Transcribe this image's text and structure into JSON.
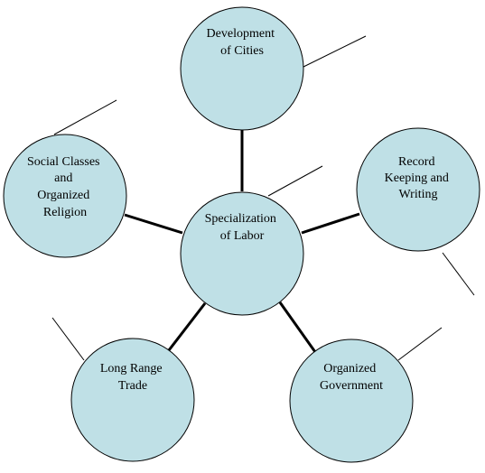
{
  "diagram": {
    "center": {
      "lines": [
        "Specialization",
        "of Labor"
      ]
    },
    "nodes": [
      {
        "id": "development-of-cities",
        "lines": [
          "Development",
          "of Cities"
        ]
      },
      {
        "id": "record-keeping-and-writing",
        "lines": [
          "Record",
          "Keeping and",
          "Writing"
        ]
      },
      {
        "id": "organized-government",
        "lines": [
          "Organized",
          "Government"
        ]
      },
      {
        "id": "long-range-trade",
        "lines": [
          "Long Range",
          "Trade"
        ]
      },
      {
        "id": "social-classes-and-organized-religion",
        "lines": [
          "Social Classes",
          "and",
          "Organized",
          "Religion"
        ]
      }
    ],
    "colors": {
      "circle_fill": "#bfe0e6",
      "outline": "#000000"
    }
  }
}
